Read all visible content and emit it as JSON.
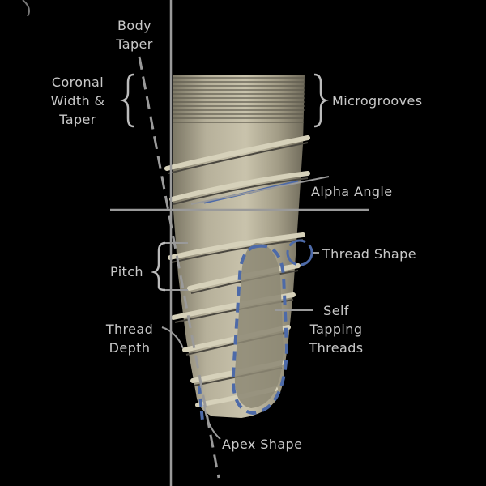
{
  "labels": {
    "body_taper": "Body\nTaper",
    "coronal_width_taper": "Coronal\nWidth &\nTaper",
    "microgrooves": "Microgrooves",
    "alpha_angle": "Alpha Angle",
    "thread_shape": "Thread Shape",
    "pitch": "Pitch",
    "self_tapping_threads": "Self\nTapping\nThreads",
    "thread_depth": "Thread\nDepth",
    "apex_shape": "Apex Shape"
  },
  "colors": {
    "background": "#000000",
    "implant_body": "#b9b39c",
    "thread": "#d4cfb8",
    "annotation_line": "#9a9a9a",
    "label_text": "#c9c9c9",
    "highlight_blue": "#4d6aa8"
  }
}
